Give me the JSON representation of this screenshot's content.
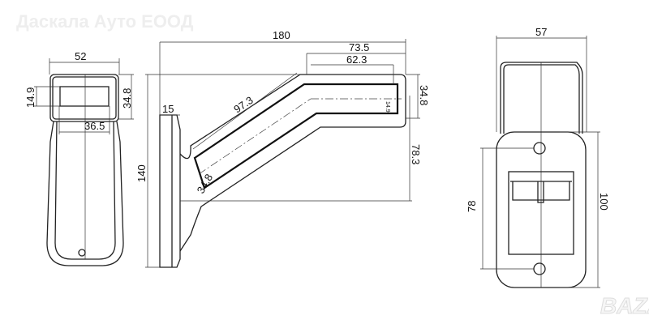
{
  "watermarks": {
    "company": "Даскала Ауто ЕООД",
    "site": "BAZAR"
  },
  "front_view": {
    "width": "52",
    "window_height": "14.9",
    "head_height": "34.8",
    "window_width": "36.5"
  },
  "side_view": {
    "total_length": "180",
    "head_length": "73.5",
    "lens_length": "62.3",
    "head_height": "34.8",
    "arm_length": "97.3",
    "base_thickness": "15",
    "total_height": "140",
    "head_offset": "78.3",
    "arm_width": "34.8",
    "small_dim": "14.9"
  },
  "rear_view": {
    "width": "57",
    "hole_spacing": "78",
    "plate_height": "100"
  }
}
